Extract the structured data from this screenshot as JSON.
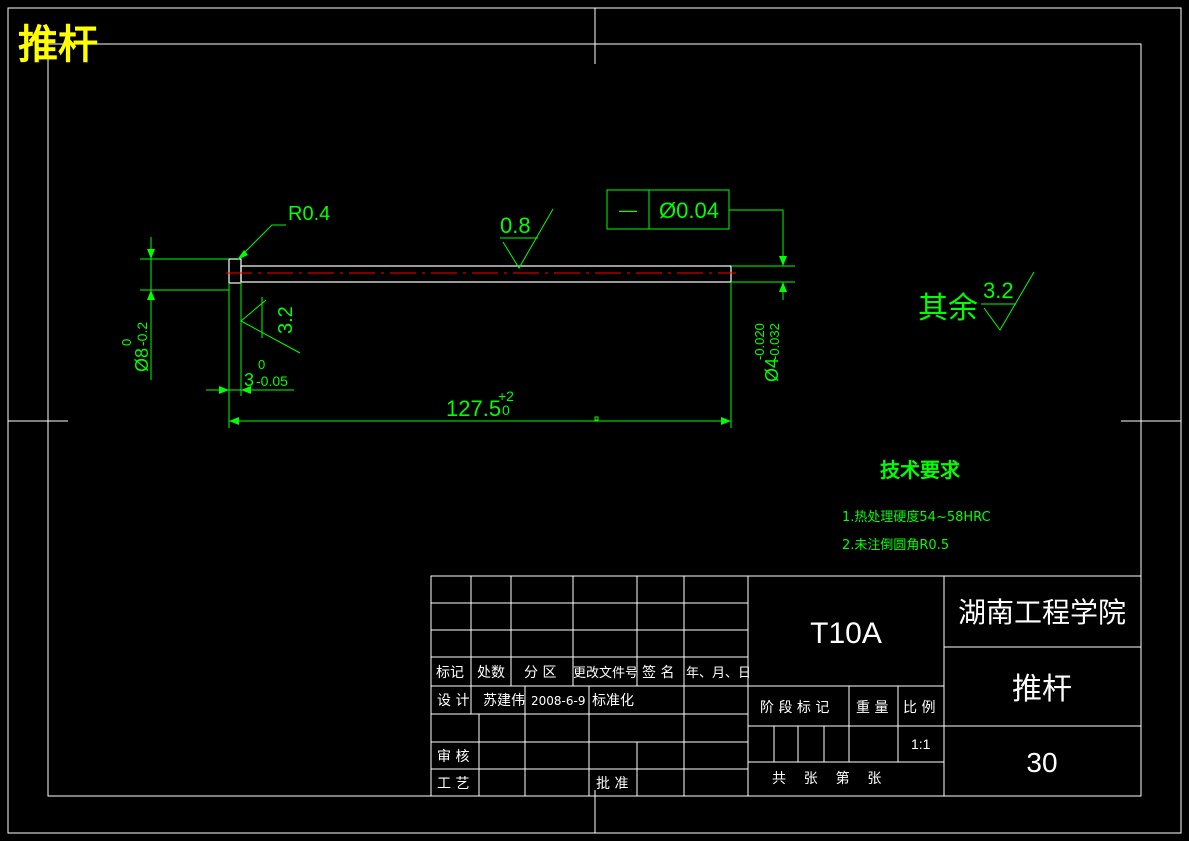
{
  "title": "推杆",
  "colors": {
    "background": "#000000",
    "border": "#ffffff",
    "dimension": "#00ff00",
    "title": "#ffff00",
    "centerline": "#ff0000"
  },
  "dimensions": {
    "radius": "R0.4",
    "roughness_top": "0.8",
    "tolerance_symbol": "—",
    "tolerance_value": "Ø0.04",
    "head_dia": "Ø8",
    "head_dia_upper": "0",
    "head_dia_lower": "-0.2",
    "roughness_side": "3.2",
    "head_thk": "3",
    "head_thk_upper": "0",
    "head_thk_lower": "-0.05",
    "length": "127.5",
    "length_upper": "+2",
    "length_lower": "0",
    "shaft_dia": "Ø4",
    "shaft_dia_upper": "-0.020",
    "shaft_dia_lower": "-0.032"
  },
  "other_roughness": {
    "label": "其余",
    "value": "3.2"
  },
  "tech_requirements": {
    "heading": "技术要求",
    "items": [
      "1.热处理硬度54~58HRC",
      "2.未注倒圆角R0.5"
    ]
  },
  "title_block": {
    "rev_headers": [
      "标记",
      "处数",
      "分 区",
      "更改文件号",
      "签 名",
      "年、月、日"
    ],
    "design_label": "设 计",
    "designer": "苏建伟",
    "design_date": "2008-6-9",
    "standard_label": "标准化",
    "review_label": "审 核",
    "process_label": "工 艺",
    "approve_label": "批 准",
    "material": "T10A",
    "stage_label": "阶 段 标 记",
    "weight_label": "重 量",
    "scale_label": "比 例",
    "scale": "1:1",
    "sheets": "共    张    第    张",
    "school": "湖南工程学院",
    "part_name": "推杆",
    "drawing_no": "30"
  }
}
